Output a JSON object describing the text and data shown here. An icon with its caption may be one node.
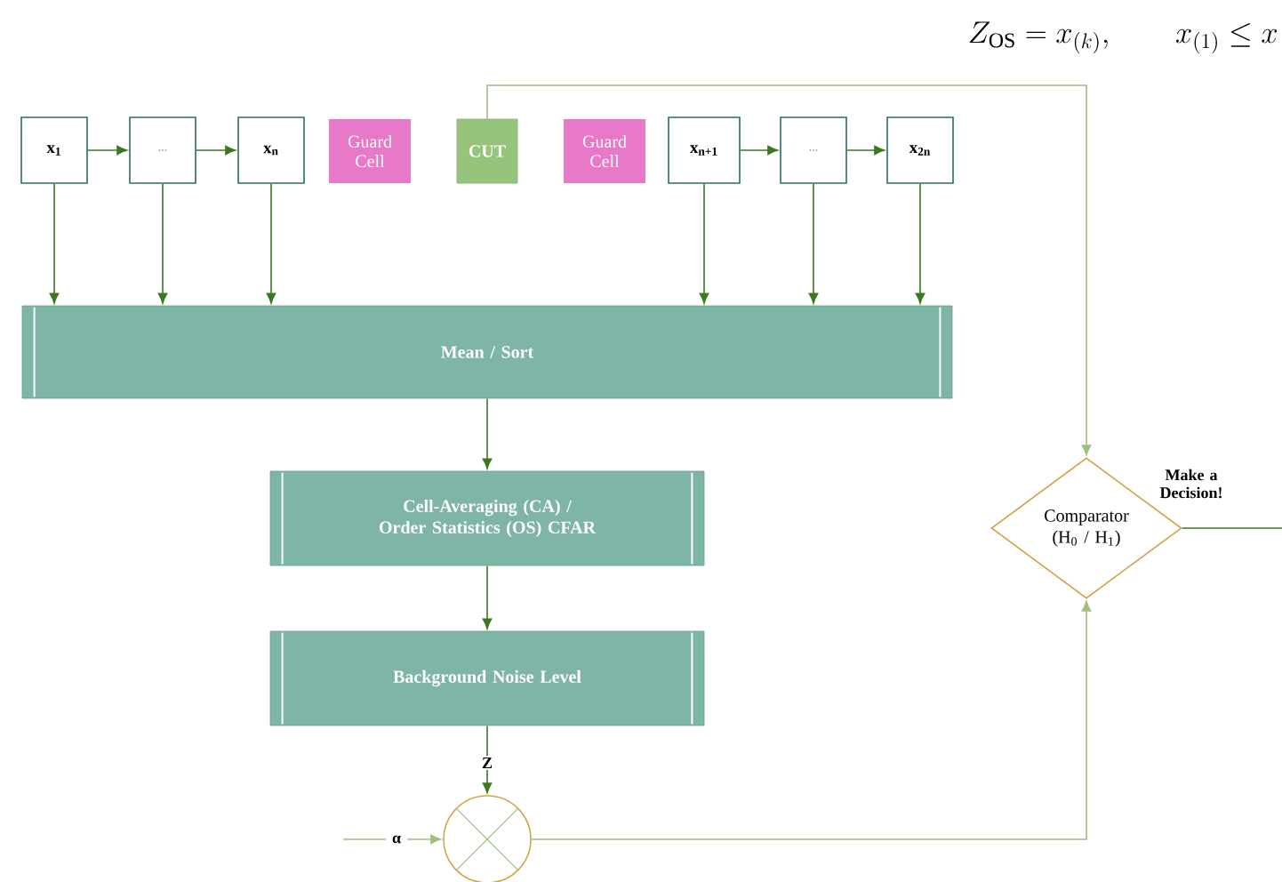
{
  "diagram": {
    "nodes": [
      {
        "text": [
          "x$_{1}$"
        ]
      },
      {
        "text": [
          "..."
        ]
      },
      {
        "text": [
          "x$_{n}$"
        ]
      },
      {
        "text": [
          "Guard Cell"
        ]
      },
      {
        "text": [
          "CUT"
        ]
      },
      {
        "text": [
          "Guard Cell"
        ]
      },
      {
        "text": [
          "x$_{n+1}$"
        ]
      },
      {
        "text": [
          "..."
        ]
      },
      {
        "text": [
          "x$_{2n}$"
        ]
      },
      {
        "text": [
          "Mean / Sort"
        ]
      },
      {
        "text": [
          "Cell-Averaging (CA) / Order Statistics (OS) CFAR"
        ]
      },
      {
        "text": [
          "Background Noise Level"
        ]
      },
      {
        "text": [],
        "shape": "circle"
      },
      {
        "text": [
          "Comparator (H$_{0}$ / H$_{1}$)"
        ]
      }
    ],
    "edges": [
      {
        "from": 0,
        "to": 1,
        "arrow": "to"
      },
      {
        "from": 1,
        "to": 2,
        "arrow": "to"
      },
      {
        "from": 6,
        "to": 7,
        "arrow": "to"
      },
      {
        "from": 7,
        "to": 8,
        "arrow": "to"
      },
      {
        "from": 0,
        "to": 9,
        "arrow": "to"
      },
      {
        "from": 1,
        "to": 9,
        "arrow": "to"
      },
      {
        "from": 2,
        "to": 9,
        "arrow": "to"
      },
      {
        "from": 6,
        "to": 9,
        "arrow": "to"
      },
      {
        "from": 7,
        "to": 9,
        "arrow": "to"
      },
      {
        "from": 8,
        "to": 9,
        "arrow": "to"
      },
      {
        "from": 4,
        "to": 13,
        "arrow": "to",
        "color": "#9fbf80"
      },
      {
        "from": 9,
        "to": 10,
        "arrow": "to"
      },
      {
        "from": 10,
        "to": 11,
        "arrow": "to"
      },
      {
        "from": 11,
        "to": 12,
        "arrow": "to",
        "label": "Z"
      },
      {
        "from": null,
        "to": 12,
        "arrow": "to",
        "label": "α",
        "color": "#9fbf80"
      },
      {
        "from": 12,
        "to": 13,
        "arrow": "to",
        "color": "#9fbf80"
      },
      {
        "from": 13,
        "to": null,
        "arrow": "none",
        "label": "Make a Decision!"
      }
    ],
    "labels": [
      "Z_{\\mathrm{OS}} = x_{(k)},\\qquad x_{(1)} \\le x"
    ]
  }
}
